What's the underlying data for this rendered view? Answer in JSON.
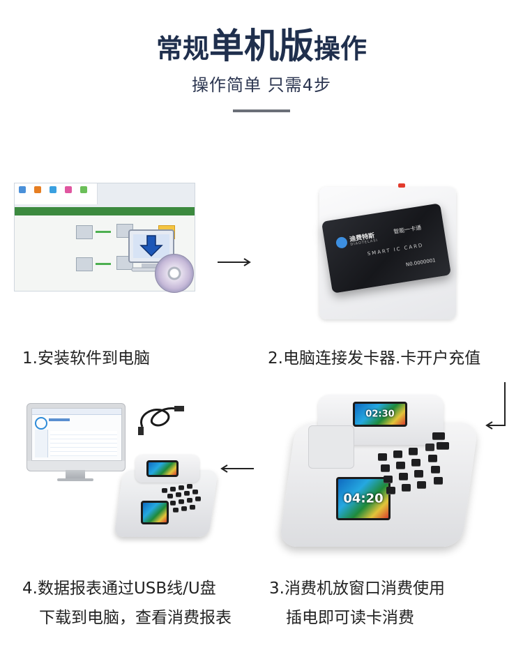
{
  "header": {
    "title_prefix": "常规",
    "title_emphasis": "单机版",
    "title_suffix": "操作",
    "subtitle": "操作简单 只需4步"
  },
  "steps": [
    {
      "caption_line1": "1.安装软件到电脑",
      "caption_line2": ""
    },
    {
      "caption_line1": "2.电脑连接发卡器.卡开户充值",
      "caption_line2": ""
    },
    {
      "caption_line1": "3.消费机放窗口消费使用",
      "caption_line2": "插电即可读卡消费"
    },
    {
      "caption_line1": "4.数据报表通过USB线/U盘",
      "caption_line2": "下载到电脑，查看消费报表"
    }
  ],
  "card": {
    "brand": "迪费特斯",
    "brand_en": "DIAOTELASI",
    "slogan": "智能一卡通",
    "type": "SMART IC CARD",
    "number": "N0.0000001"
  },
  "machine": {
    "top_clock": "02:30",
    "main_clock": "04:20"
  },
  "icons": {
    "arrow_right": "arrow-right-icon",
    "arrow_left": "arrow-left-icon",
    "arrow_down_left": "arrow-down-left-icon"
  },
  "colors": {
    "title": "#1f2f4d",
    "rule": "#6b6f78",
    "software_green": "#2e7d32"
  }
}
